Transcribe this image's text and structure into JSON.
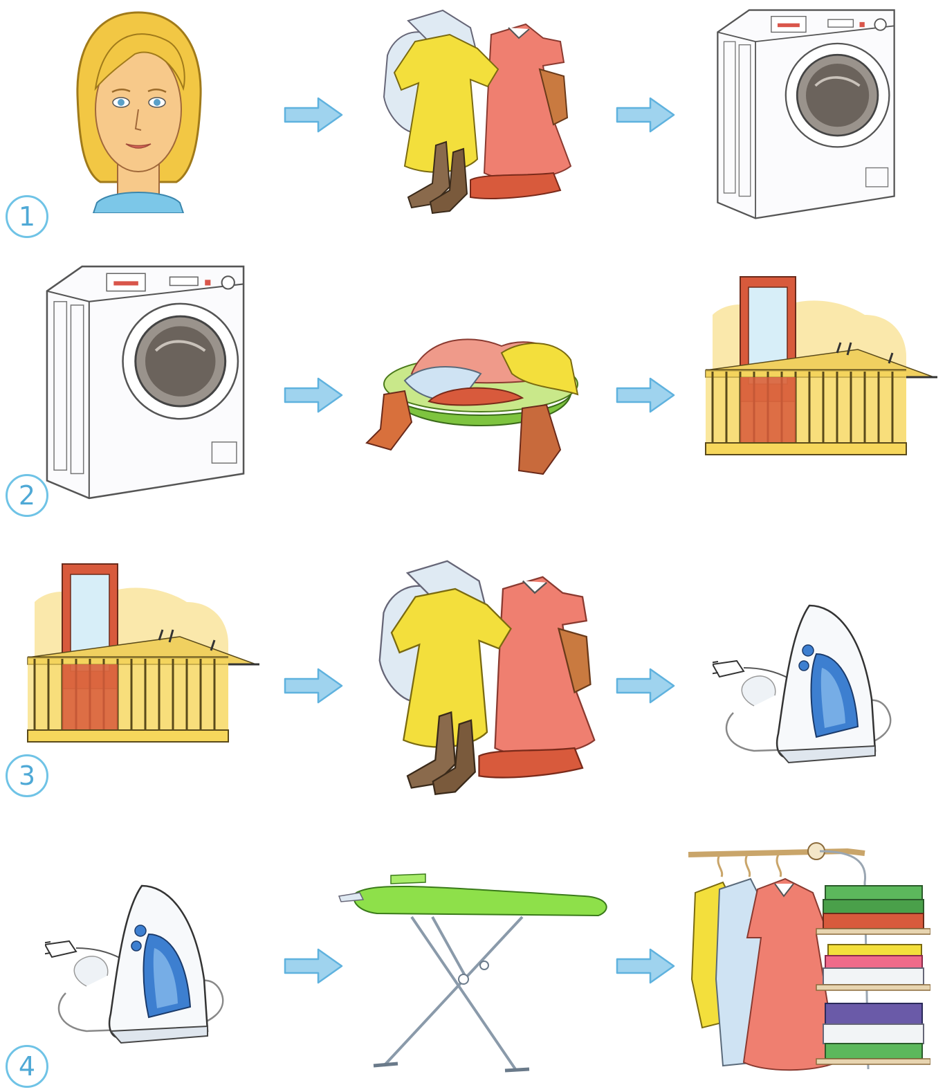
{
  "colors": {
    "arrow_fill": "#9fd3ee",
    "arrow_stroke": "#5fb2de",
    "number_ring": "#6fc3e6",
    "hair": "#f2c744",
    "skin": "#f7c98a",
    "shirt_yellow": "#f3df3c",
    "dress_pink": "#ef7f70",
    "sock_brown": "#8a6a4c",
    "basin_green": "#7ec43f",
    "railing_yellow": "#f6d75c",
    "balcony_red": "#d85a3c",
    "iron_blue": "#3d7fd0",
    "board_green": "#8ee04a"
  },
  "steps": [
    {
      "number": "1",
      "items": [
        "woman-face",
        "dirty-clothes-pile",
        "washing-machine"
      ]
    },
    {
      "number": "2",
      "items": [
        "washing-machine",
        "laundry-basin",
        "balcony-drying"
      ]
    },
    {
      "number": "3",
      "items": [
        "balcony-drying",
        "dry-clothes-pile",
        "steam-iron"
      ]
    },
    {
      "number": "4",
      "items": [
        "steam-iron",
        "ironing-board",
        "wardrobe-shelves"
      ]
    }
  ]
}
